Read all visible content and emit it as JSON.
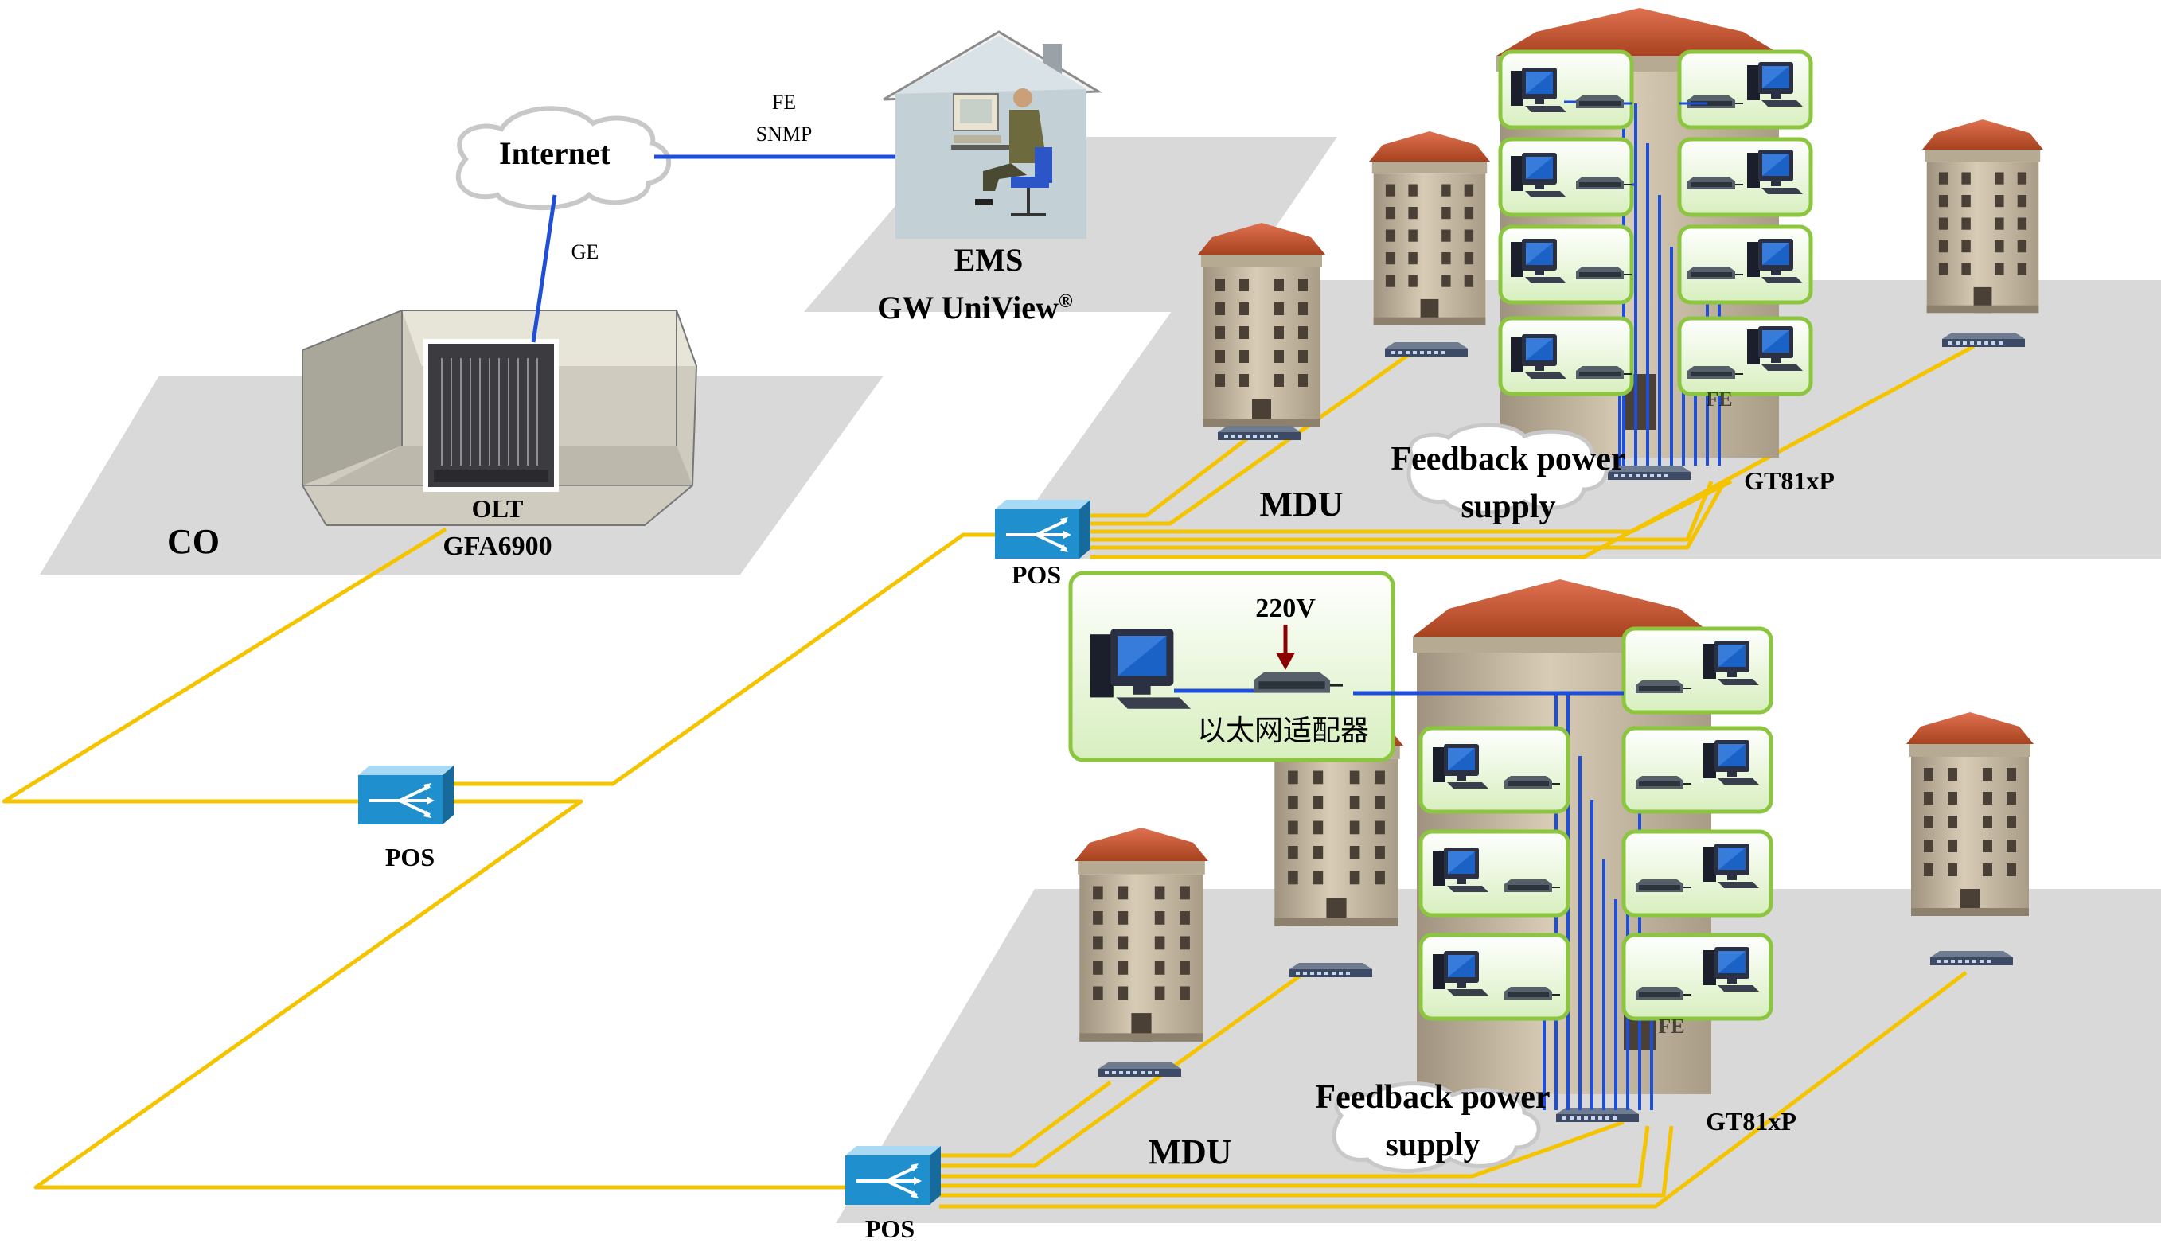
{
  "labels": {
    "internet": "Internet",
    "ge": "GE",
    "fe": "FE",
    "snmp": "SNMP",
    "ems": "EMS",
    "gw_uniview": "GW UniView",
    "registered": "®",
    "co": "CO",
    "olt": "OLT",
    "olt_model": "GFA6900",
    "pos": "POS",
    "mdu": "MDU",
    "feedback_power": "Feedback power",
    "supply": "supply",
    "gt81xp": "GT81xP",
    "v220": "220V",
    "eth_adapter": "以太网适配器",
    "fe_partial": "FE"
  },
  "colors": {
    "fiber": "#f5c400",
    "ethernet": "#1f4fd6",
    "floor": "#d9d9d9",
    "pos_blue": "#1f8fce",
    "green_border": "#8cc63f",
    "green_fill": "#eaf5d8",
    "roof": "#c8532f",
    "building": "#c9bba4"
  }
}
